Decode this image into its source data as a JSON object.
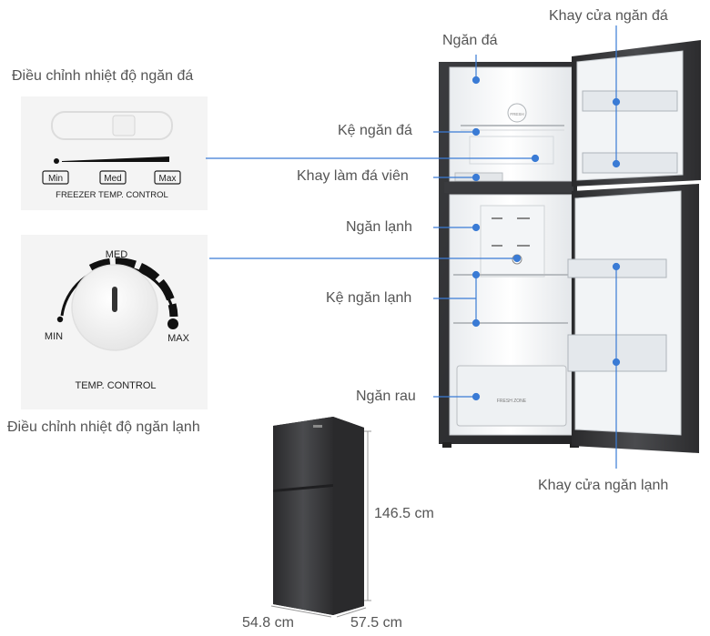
{
  "freezer_panel": {
    "title": "Điều chỉnh nhiệt độ ngăn đá",
    "levels": [
      "Min",
      "Med",
      "Max"
    ],
    "caption": "FREEZER TEMP. CONTROL"
  },
  "fridge_panel": {
    "title": "Điều chỉnh nhiệt độ ngăn lạnh",
    "dial_labels": {
      "min": "MIN",
      "med": "MED",
      "max": "MAX"
    },
    "caption": "TEMP. CONTROL"
  },
  "parts": {
    "freezer_compartment": "Ngăn đá",
    "freezer_door_tray": "Khay cửa ngăn đá",
    "freezer_shelf": "Kệ ngăn đá",
    "ice_tray": "Khay làm đá viên",
    "fridge_compartment": "Ngăn lạnh",
    "fridge_shelf": "Kệ ngăn lạnh",
    "crisper": "Ngăn rau",
    "fridge_door_tray": "Khay cửa ngăn lạnh"
  },
  "interior_text": {
    "fresh_badge": "FRESH",
    "crisper_text": "FRESH ZONE"
  },
  "dimensions": {
    "height": "146.5 cm",
    "width": "54.8 cm",
    "depth": "57.5 cm"
  },
  "colors": {
    "accent": "#3a7bd5",
    "body": "#2e2e30",
    "label": "#555555"
  }
}
